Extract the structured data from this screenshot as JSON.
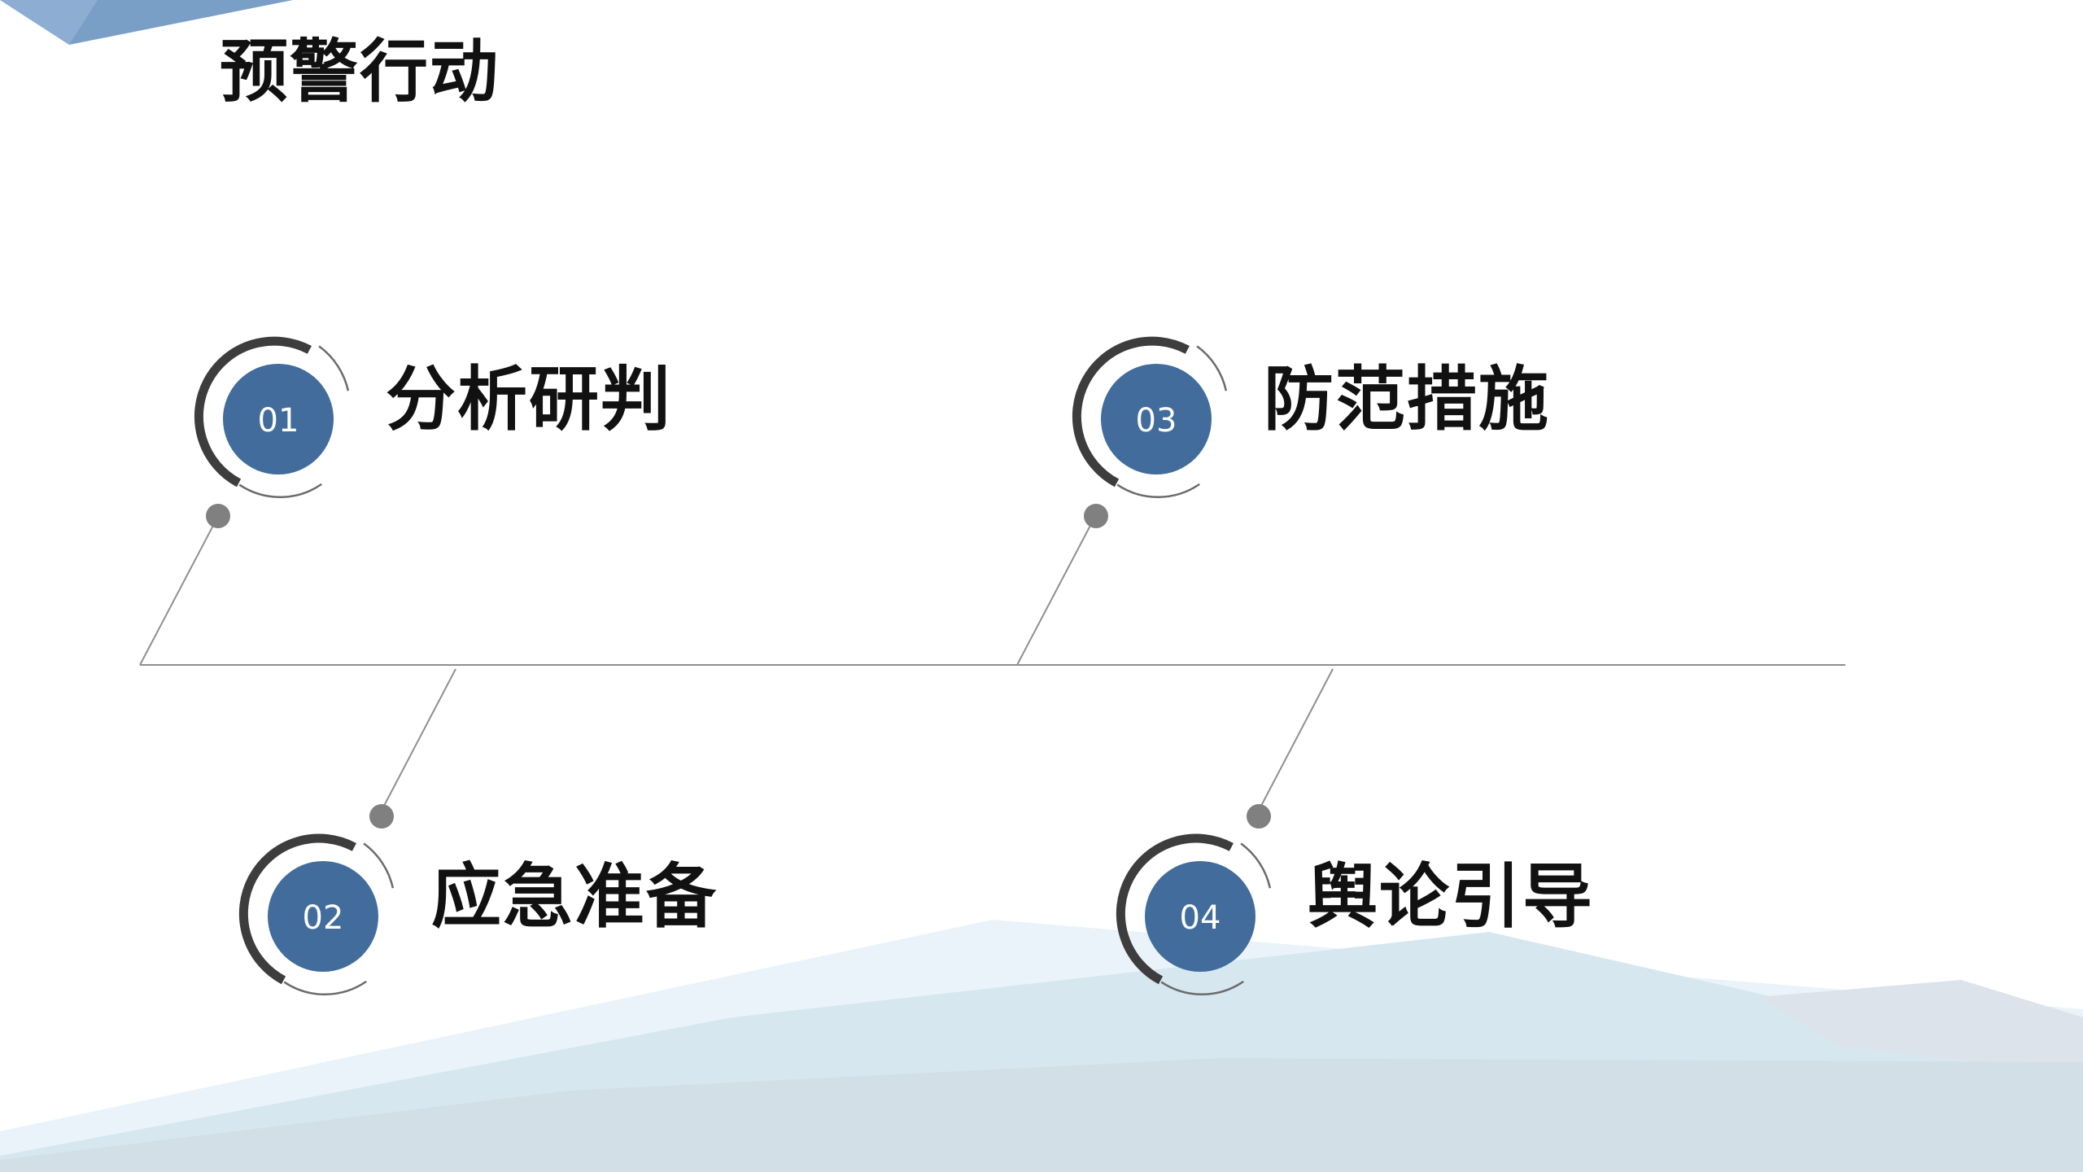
{
  "page": {
    "title": "预警行动"
  },
  "colors": {
    "accent": "#416c9c",
    "ring_dark": "#3d3d3d",
    "ring_light": "#6b6b6b",
    "line": "#8f8f8f",
    "dot": "#808080",
    "title_text": "#111111"
  },
  "steps": [
    {
      "number": "01",
      "title": "分析研判"
    },
    {
      "number": "02",
      "title": "应急准备"
    },
    {
      "number": "03",
      "title": "防范措施"
    },
    {
      "number": "04",
      "title": "舆论引导"
    }
  ]
}
